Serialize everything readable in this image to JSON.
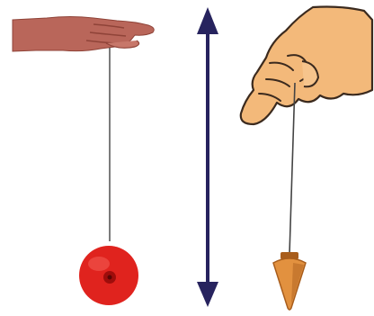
{
  "scene": {
    "background": "#ffffff",
    "colors": {
      "skin_flat_hand": "#b9665a",
      "skin_flat_hand_shadow": "#8f4338",
      "skin_hand_right": "#f3b97a",
      "skin_hand_right_outline": "#3b2a1e",
      "string": "#444444",
      "yoyo_red": "#e0231e",
      "yoyo_dark": "#9e0d0b",
      "arrow_navy": "#27235e",
      "plumb_bob": "#e2913f",
      "plumb_bob_dark": "#a85d1c"
    },
    "objects": [
      "flat-hand",
      "yoyo",
      "double-arrow",
      "holding-hand",
      "plumb-bob"
    ]
  }
}
